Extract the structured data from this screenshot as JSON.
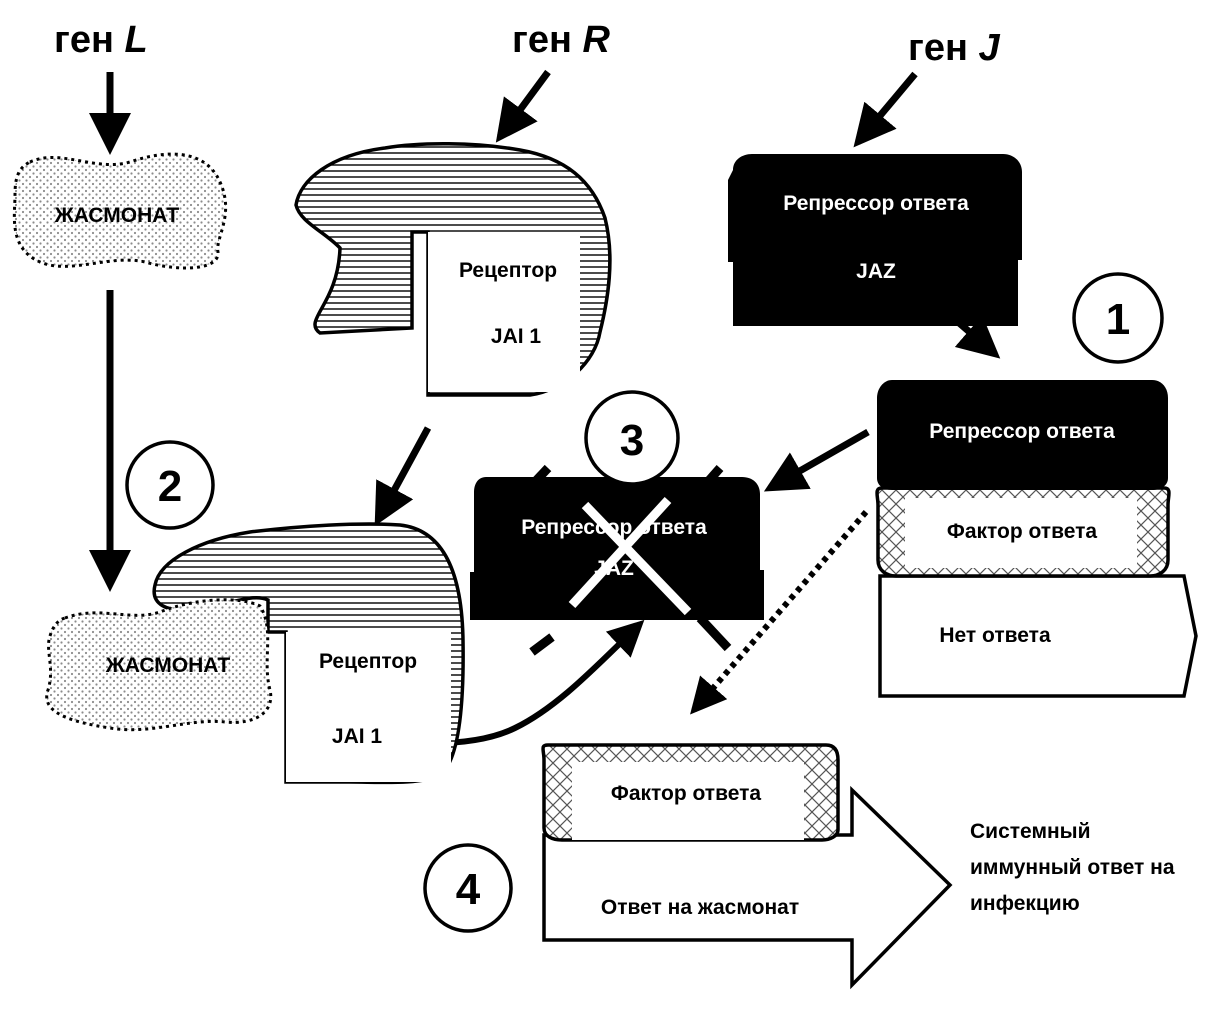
{
  "genes": {
    "l_prefix": "ген",
    "l_letter": "L",
    "r_prefix": "ген",
    "r_letter": "R",
    "j_prefix": "ген",
    "j_letter": "J"
  },
  "jasmonate": "ЖАСМОНАТ",
  "receptor": {
    "name": "Рецептор",
    "id": "JAI 1"
  },
  "repressor": {
    "name": "Репрессор ответа",
    "id": "JAZ"
  },
  "factor": "Фактор ответа",
  "no_response": "Нет ответа",
  "response": "Ответ на жасмонат",
  "systemic": {
    "line1": "Системный",
    "line2": "иммунный ответ на",
    "line3": "инфекцию"
  },
  "steps": [
    "1",
    "2",
    "3",
    "4"
  ],
  "colors": {
    "ink": "#000000",
    "paper": "#ffffff",
    "dots": "#9a9a9a"
  }
}
